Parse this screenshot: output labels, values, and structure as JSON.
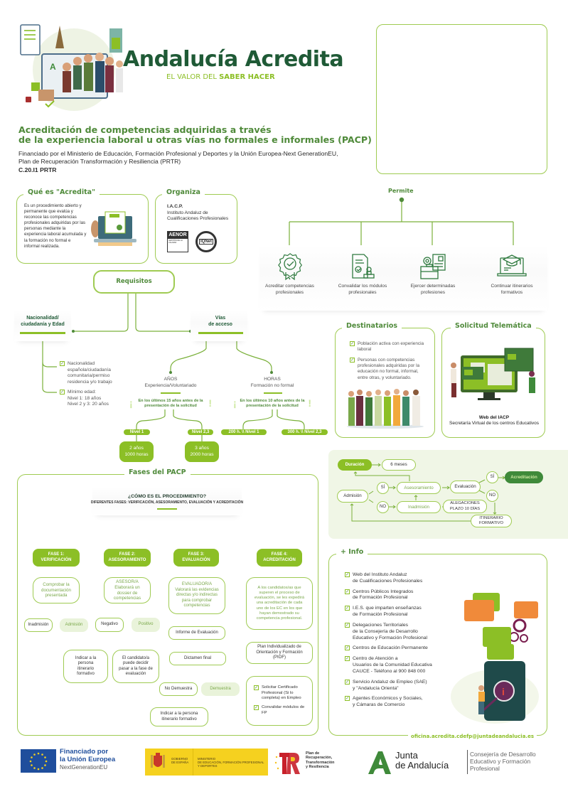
{
  "header": {
    "brand_title": "Andalucía Acredita",
    "tagline_light": "EL VALOR DEL",
    "tagline_bold": "SABER HACER",
    "heading_line1": "Acreditación de competencias adquiridas a través",
    "heading_line2": "de la experiencia laboral u otras vías no formales e informales (PACP)",
    "funding_line1": "Financiado por el Ministerio de Educación, Formación Profesional y Deportes y la Unión Europea-Next GenerationEU,",
    "funding_line2": "Plan de Recuperación Transformación y Resiliencia (PRTR)",
    "code": "C.20.I1 PRTR"
  },
  "que_es": {
    "title": "Qué es \"Acredita\"",
    "text": "Es un procedimiento abierto y permanente que evalúa y reconoce las competencias profesionales adquiridas por las personas mediante la experiencia laboral acumulada y la formación no formal e informal realizada."
  },
  "organiza": {
    "title": "Organiza",
    "org_short": "I.A.C.P.",
    "org_line1": "Instituto Andaluz de",
    "org_line2": "Cualificaciones Profesionales",
    "aenor_label": "AENOR",
    "aenor_sub": "GESTIÓN DE LA CALIDAD",
    "iqnet_label": "IQNet"
  },
  "permite": {
    "title": "Permite",
    "items": [
      {
        "icon": "award-badge-icon",
        "line1": "Acreditar competencias",
        "line2": "profesionales"
      },
      {
        "icon": "document-stamp-icon",
        "line1": "Convalidar los módulos",
        "line2": "profesionales"
      },
      {
        "icon": "briefcase-certificate-icon",
        "line1": "Ejercer determinadas",
        "line2": "profesiones"
      },
      {
        "icon": "laptop-graduation-icon",
        "line1": "Continuar itinerarios",
        "line2": "formativos"
      }
    ]
  },
  "requisitos": {
    "title": "Requisitos",
    "nacionalidad": {
      "title_line1": "Nacionalidad/",
      "title_line2": "ciudadanía y Edad",
      "items": [
        [
          "Nacionalidad",
          "española/ciudadanía",
          "comunitaria/permiso",
          "residencia y/o trabajo"
        ],
        [
          "Mínimo edad:",
          "Nivel 1: 18 años",
          "Nivel 2 y 3: 20 años"
        ]
      ]
    },
    "vias": {
      "title_line1": "Vías",
      "title_line2": "de acceso",
      "anios": {
        "title": "AÑOS",
        "subtitle": "Experiencia/Voluntariado",
        "note_line1": "En los últimos 15 años antes de la",
        "note_line2": "presentación de la solicitud",
        "nivel1_tag": "Nivel 1",
        "nivel23_tag": "Nivel 2,3",
        "nivel1_value_line1": "2 años",
        "nivel1_value_line2": "1000 horas",
        "nivel23_value_line1": "3 años",
        "nivel23_value_line2": "2000 horas"
      },
      "horas": {
        "title": "HORAS",
        "subtitle": "Formación no formal",
        "note_line1": "En los últimos 10 años antes de la",
        "note_line2": "presentación de la solicitud",
        "nivel1_tag": "200 h. \\\\ Nivel 1",
        "nivel23_tag": "300 h. \\\\ Nivel 2,3"
      }
    }
  },
  "destinatarios": {
    "title": "Destinatarios",
    "items": [
      "Población activa con experiencia laboral",
      "Personas con competencias profesionales adquiridas por la educación no formal, informal, entre otras, y voluntariado."
    ]
  },
  "solicitud": {
    "title": "Solicitud Telemática",
    "caption_bold": "Web del IACP",
    "caption": "Secretaría Virtual de los centros Educativos"
  },
  "flow": {
    "duracion_label": "Duración",
    "duracion_value": "6 meses",
    "admision": "Admisión",
    "si": "SÍ",
    "no": "NO",
    "asesoramiento": "Asesoramiento",
    "inadmision": "Inadmisión",
    "evaluacion": "Evaluación",
    "alegaciones_line1": "ALEGACIONES",
    "alegaciones_line2": "PLAZO 10 DÍAS",
    "acreditacion": "Acreditación",
    "itinerario_line1": "ITINERARIO",
    "itinerario_line2": "FORMATIVO"
  },
  "fases": {
    "title": "Fases del PACP",
    "question": "¿CÓMO ES EL PROCEDIMIENTO?",
    "subtitle": "DIFERENTES FASES: VERIFICACIÓN, ASESORAMIENTO, EVALUACIÓN Y ACREDITACIÓN",
    "fase1": {
      "label_line1": "FASE 1:",
      "label_line2": "VERIFICACIÓN",
      "desc": "Comprobar la documentación presentada",
      "left": "Inadmisión",
      "right": "Admisión"
    },
    "fase2": {
      "label_line1": "FASE 2:",
      "label_line2": "ASESORAMIENTO",
      "desc_line1": "ASESOR/A",
      "desc": "Elaborará un dossier de competencias",
      "left": "Negativo",
      "right": "Positivo",
      "sub_left": "Indicar a la persona itinerario formativo",
      "sub_right": "El candidato/a puede decidir pasar a la fase de evaluación"
    },
    "fase3": {
      "label_line1": "FASE 3:",
      "label_line2": "EVALUACIÓN",
      "desc_line1": "EVALUADOR/A",
      "desc": "Valorará las evidencias directas y/o indirectas para comprobar competencias",
      "informe": "Informe de Evaluación",
      "dictamen": "Dictamen final",
      "left": "No Demuestra",
      "right": "Demuestra",
      "sub_left": "Indicar a la persona itinerario formativo"
    },
    "fase4": {
      "label_line1": "FASE 4:",
      "label_line2": "ACREDITACIÓN",
      "desc": "A los candidatos/as que superen el proceso de evaluación, se les expedirá una acreditación de cada uno de los EC en los que hayan demostrado su competencia profesional.",
      "piof": "Plan Individualizado de Orientación y Formación (PIOF)",
      "checks": [
        "Solicitar Certificado Profesional (Si lo completa) en Empleo",
        "Convalidar módulos de FP"
      ]
    }
  },
  "info": {
    "title": "+ Info",
    "items": [
      [
        "Web del Instituto Andaluz",
        "de Cualificaciones Profesionales"
      ],
      [
        "Centros Públicos Integrados",
        "de Formación Profesional"
      ],
      [
        "I.E.S. que imparten enseñanzas",
        "de Formación Profesional"
      ],
      [
        "Delegaciones Territoriales",
        "de la Consejería de Desarrollo",
        "Educativo y Formación Profesional"
      ],
      [
        "Centros de Educación Permanente"
      ],
      [
        "Centro de Atención a",
        "Usuarios de la Comunidad Educativa",
        "CAUCE - Teléfono al 900 848 000"
      ],
      [
        "Servicio Andaluz de Empleo (SAE)",
        "y \"Andalucía Orienta\""
      ],
      [
        "Agentes Económicos y Sociales,",
        "y Cámaras de Comercio"
      ]
    ],
    "email": "oficina.acredita.cdefp@juntadeandalucia.es"
  },
  "footer": {
    "eu_line1": "Financiado por",
    "eu_line2": "la Unión Europea",
    "eu_line3": "NextGenerationEU",
    "gob_line1": "GOBIERNO",
    "gob_line2": "DE ESPAÑA",
    "min_line1": "MINISTERIO",
    "min_line2": "DE EDUCACIÓN, FORMACIÓN PROFESIONAL",
    "min_line3": "Y DEPORTES",
    "prtr_line1": "Plan de",
    "prtr_line2": "Recuperación,",
    "prtr_line3": "Transformación",
    "prtr_line4": "y Resiliencia",
    "junta_line1": "Junta",
    "junta_line2": "de Andalucía",
    "consejeria_line1": "Consejería de Desarrollo",
    "consejeria_line2": "Educativo y Formación",
    "consejeria_line3": "Profesional"
  },
  "colors": {
    "dark_green": "#1f5a36",
    "mid_green": "#4f8a3a",
    "lime": "#8cbf26",
    "border": "#9fcb52",
    "soft": "#e9f3da",
    "eu_blue": "#1f4e9c",
    "gov_yellow": "#f5d11f"
  }
}
